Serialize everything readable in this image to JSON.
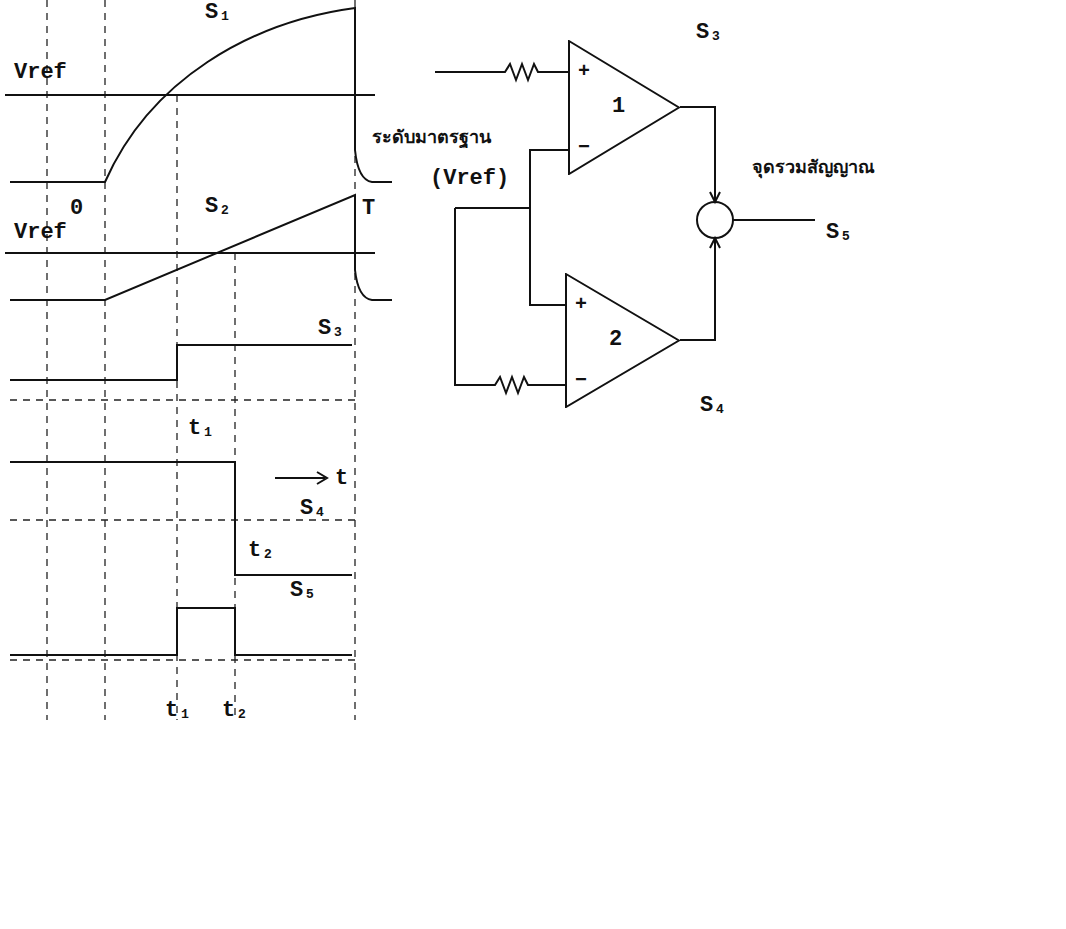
{
  "diagram": {
    "nodes": [
      {
        "text": [
          "+",
          "1",
          "−"
        ]
      },
      {
        "text": [
          "+",
          "2",
          "−"
        ]
      }
    ],
    "labels": [
      "S₁",
      "Vref",
      "0",
      "S₂",
      "Vref",
      "T",
      "S₃",
      "t₁",
      "t",
      "S₄",
      "t₂",
      "S₅",
      "t₁",
      "t₂",
      "S₃",
      "ระดับมาตรฐาน",
      "(Vref)",
      "จุดรวมสัญญาณ",
      "S₅",
      "S₄"
    ]
  }
}
